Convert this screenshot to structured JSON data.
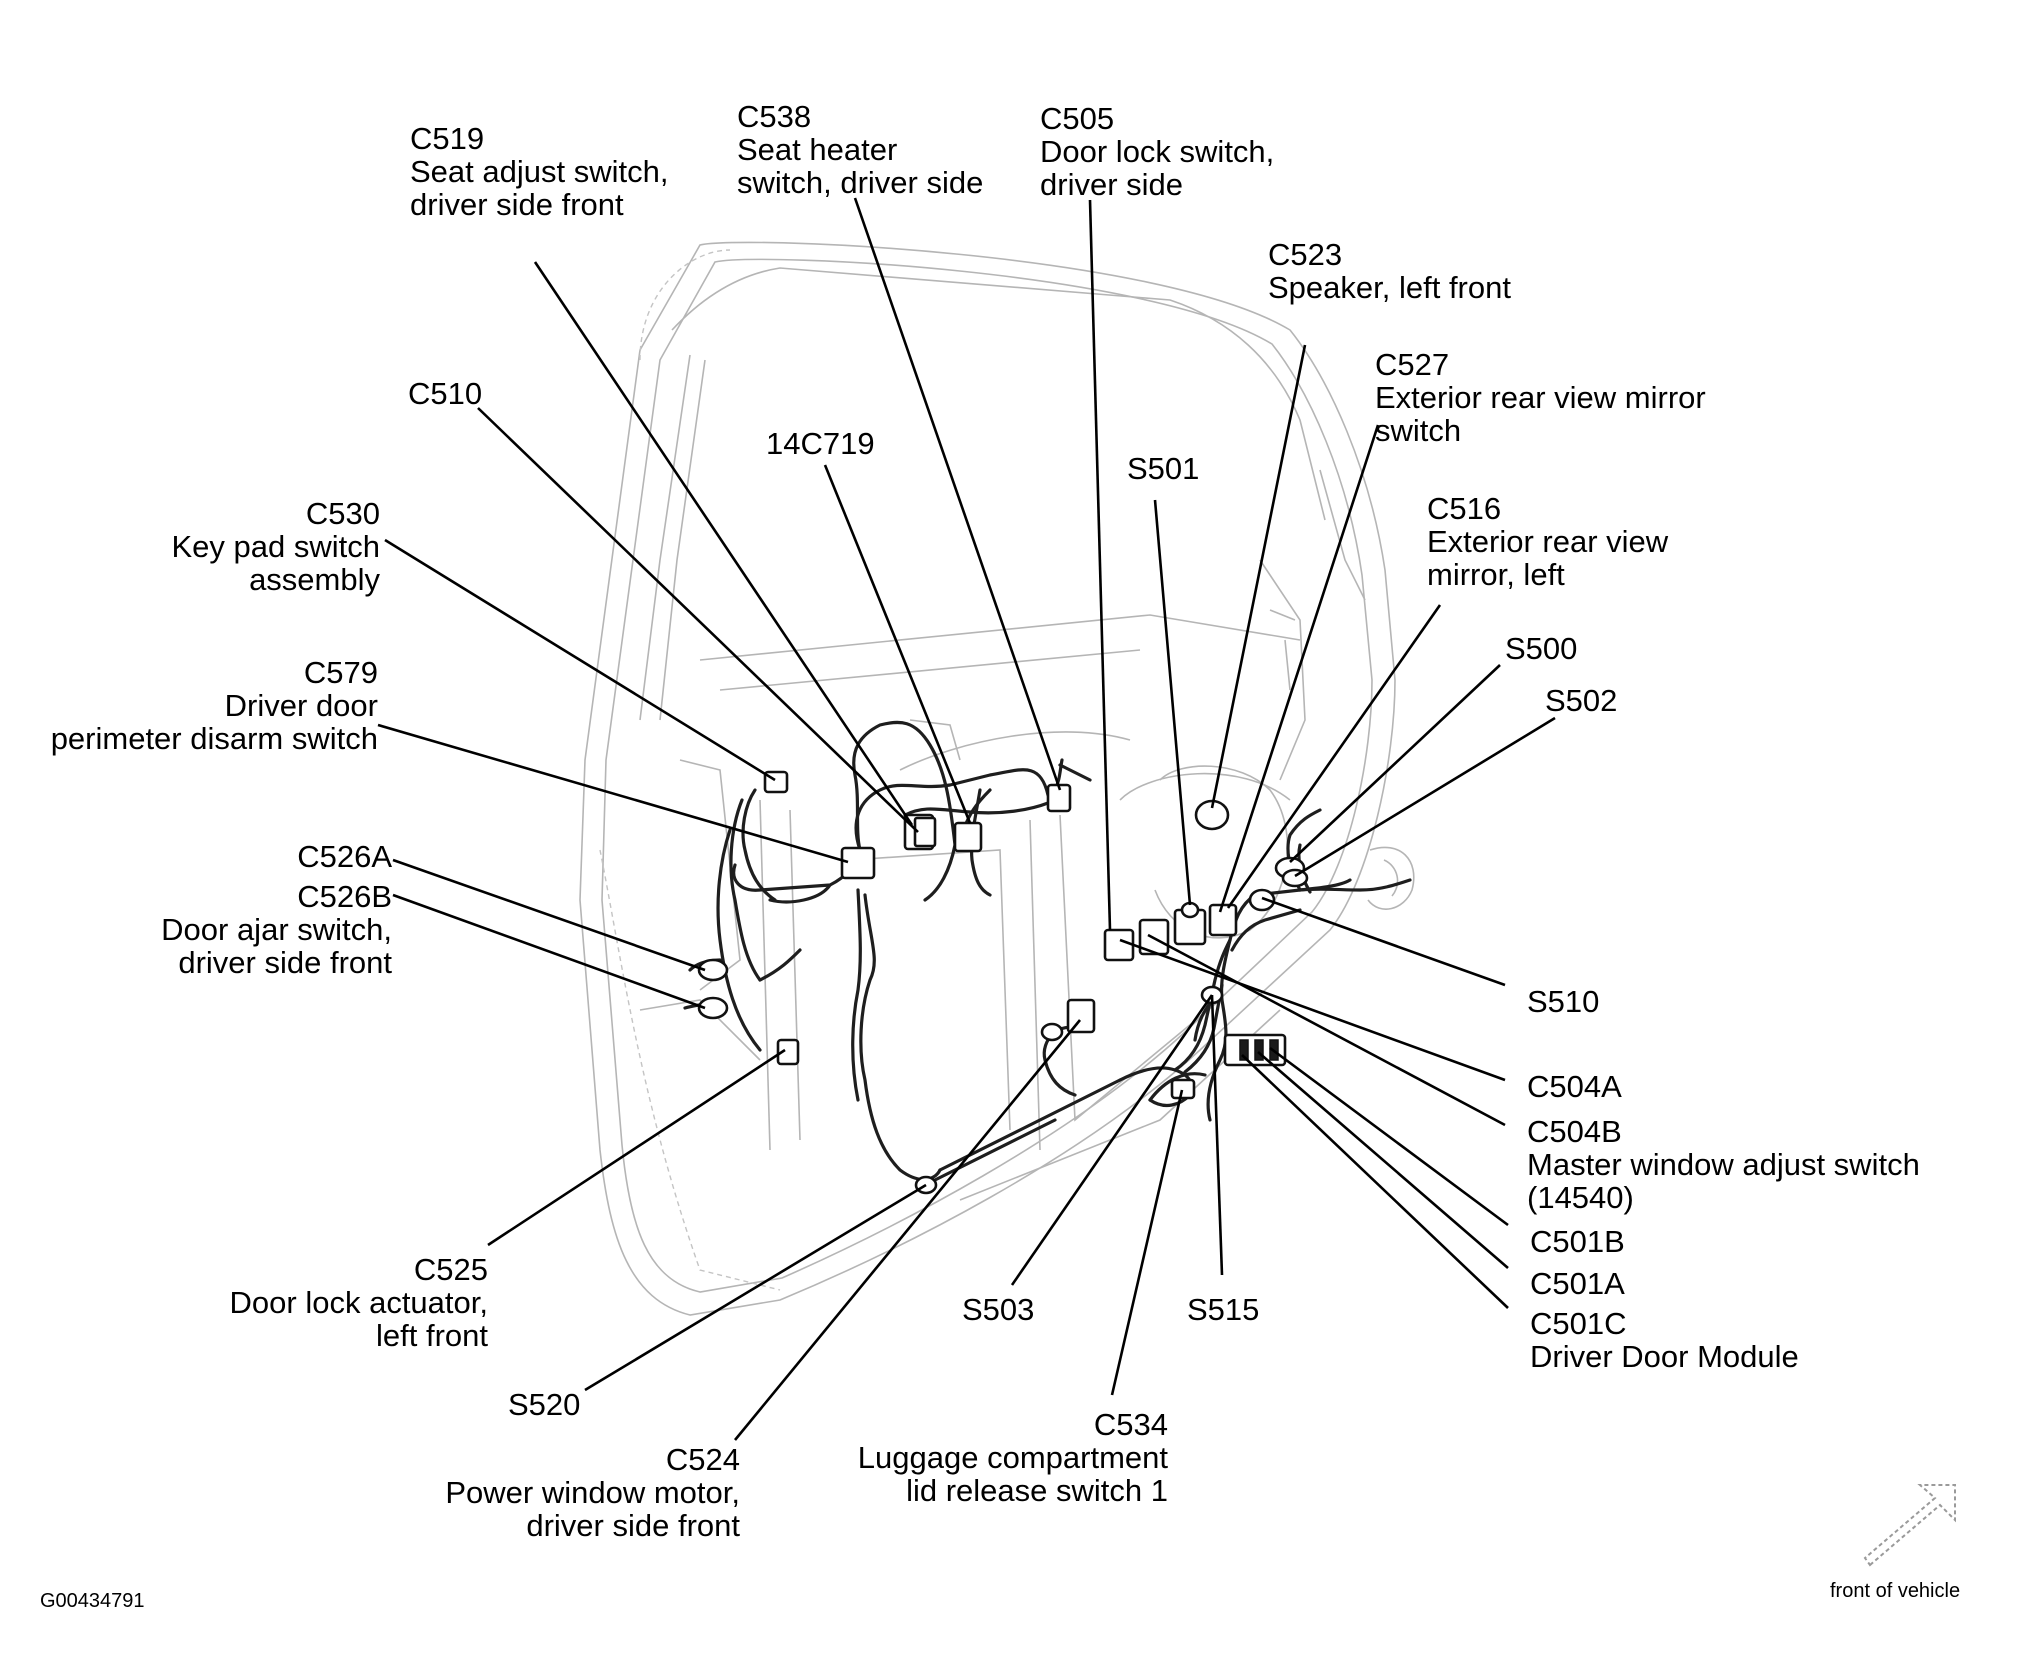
{
  "labels": {
    "c519": {
      "code": "C519",
      "line1": "Seat adjust switch,",
      "line2": "driver side front"
    },
    "c538": {
      "code": "C538",
      "line1": "Seat heater",
      "line2": "switch, driver side"
    },
    "c505": {
      "code": "C505",
      "line1": "Door lock switch,",
      "line2": "driver side"
    },
    "c523": {
      "code": "C523",
      "line1": "Speaker, left front"
    },
    "c527": {
      "code": "C527",
      "line1": "Exterior rear view mirror",
      "line2": "switch"
    },
    "c510": {
      "code": "C510"
    },
    "p14c719": {
      "code": "14C719"
    },
    "s501": {
      "code": "S501"
    },
    "c530": {
      "code": "C530",
      "line1": "Key pad switch",
      "line2": "assembly"
    },
    "c516": {
      "code": "C516",
      "line1": "Exterior rear view",
      "line2": "mirror, left"
    },
    "s500": {
      "code": "S500"
    },
    "s502": {
      "code": "S502"
    },
    "c579": {
      "code": "C579",
      "line1": "Driver door",
      "line2": "perimeter disarm switch"
    },
    "c526a": {
      "code": "C526A"
    },
    "c526b": {
      "code": "C526B",
      "line1": "Door ajar switch,",
      "line2": "driver side front"
    },
    "s510": {
      "code": "S510"
    },
    "c504a": {
      "code": "C504A"
    },
    "c504b": {
      "code": "C504B",
      "line1": "Master window adjust switch",
      "line2": "(14540)"
    },
    "c501b": {
      "code": "C501B"
    },
    "c501a": {
      "code": "C501A"
    },
    "c501c": {
      "code": "C501C",
      "line1": "Driver Door Module"
    },
    "c525": {
      "code": "C525",
      "line1": "Door lock actuator,",
      "line2": "left front"
    },
    "s520": {
      "code": "S520"
    },
    "s503": {
      "code": "S503"
    },
    "s515": {
      "code": "S515"
    },
    "c524": {
      "code": "C524",
      "line1": "Power window motor,",
      "line2": "driver side front"
    },
    "c534": {
      "code": "C534",
      "line1": "Luggage compartment",
      "line2": "lid release switch 1"
    }
  },
  "figure_id": "G00434791",
  "orientation_label": "front of vehicle",
  "colors": {
    "line": "#000000",
    "door_outline": "#b5b5b5",
    "background": "#ffffff"
  }
}
